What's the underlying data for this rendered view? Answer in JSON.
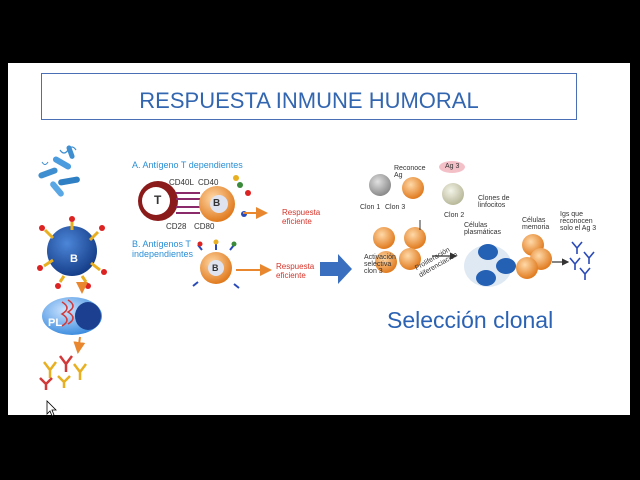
{
  "slide": {
    "title": "RESPUESTA INMUNE HUMORAL",
    "left_icons": {
      "b_cell_label": "B",
      "plasma_cell_label": "PL"
    },
    "diagram_a": {
      "heading": "A. Antígeno T dependientes",
      "t_cell_label": "T",
      "b_cell_label": "B",
      "cd40l": "CD40L",
      "cd40": "CD40",
      "cd28": "CD28",
      "cd80": "CD80",
      "response_line1": "Respuesta",
      "response_line2": "eficiente"
    },
    "diagram_b": {
      "heading_line1": "B. Antígenos T",
      "heading_line2": "independientes",
      "b_cell_label": "B",
      "response_line1": "Respuesta",
      "response_line2": "eficiente"
    },
    "clonal_selection": {
      "recognizes_line1": "Reconoce",
      "recognizes_line2": "Ag",
      "ag3": "Ag 3",
      "clone1": "Clon 1",
      "clone3": "Clon 3",
      "clone2": "Clon 2",
      "clones_line1": "Clones de",
      "clones_line2": "linfocitos",
      "activation_line1": "Activación",
      "activation_line2": "selectiva",
      "activation_line3": "clon 3",
      "proliferation_line1": "Proliferación",
      "proliferation_line2": "diferenciación",
      "plasma_line1": "Células",
      "plasma_line2": "plasmáticas",
      "memory_line1": "Células",
      "memory_line2": "memoria",
      "igs_line1": "Igs que",
      "igs_line2": "reconocen",
      "igs_line3": "solo el Ag 3"
    },
    "subtitle": "Selección clonal"
  },
  "colors": {
    "title": "#3366b0",
    "title_border": "#4a6fb5",
    "b_cell_blue": "#2461b5",
    "orange_cell": "#e8872e",
    "arrow_blue": "#3a6fc0",
    "response_red": "#d8342a"
  },
  "icons": [
    "bacteria-icon",
    "b-cell-icon",
    "plasma-cell-icon",
    "antibody-icon",
    "mouse-cursor-icon"
  ]
}
